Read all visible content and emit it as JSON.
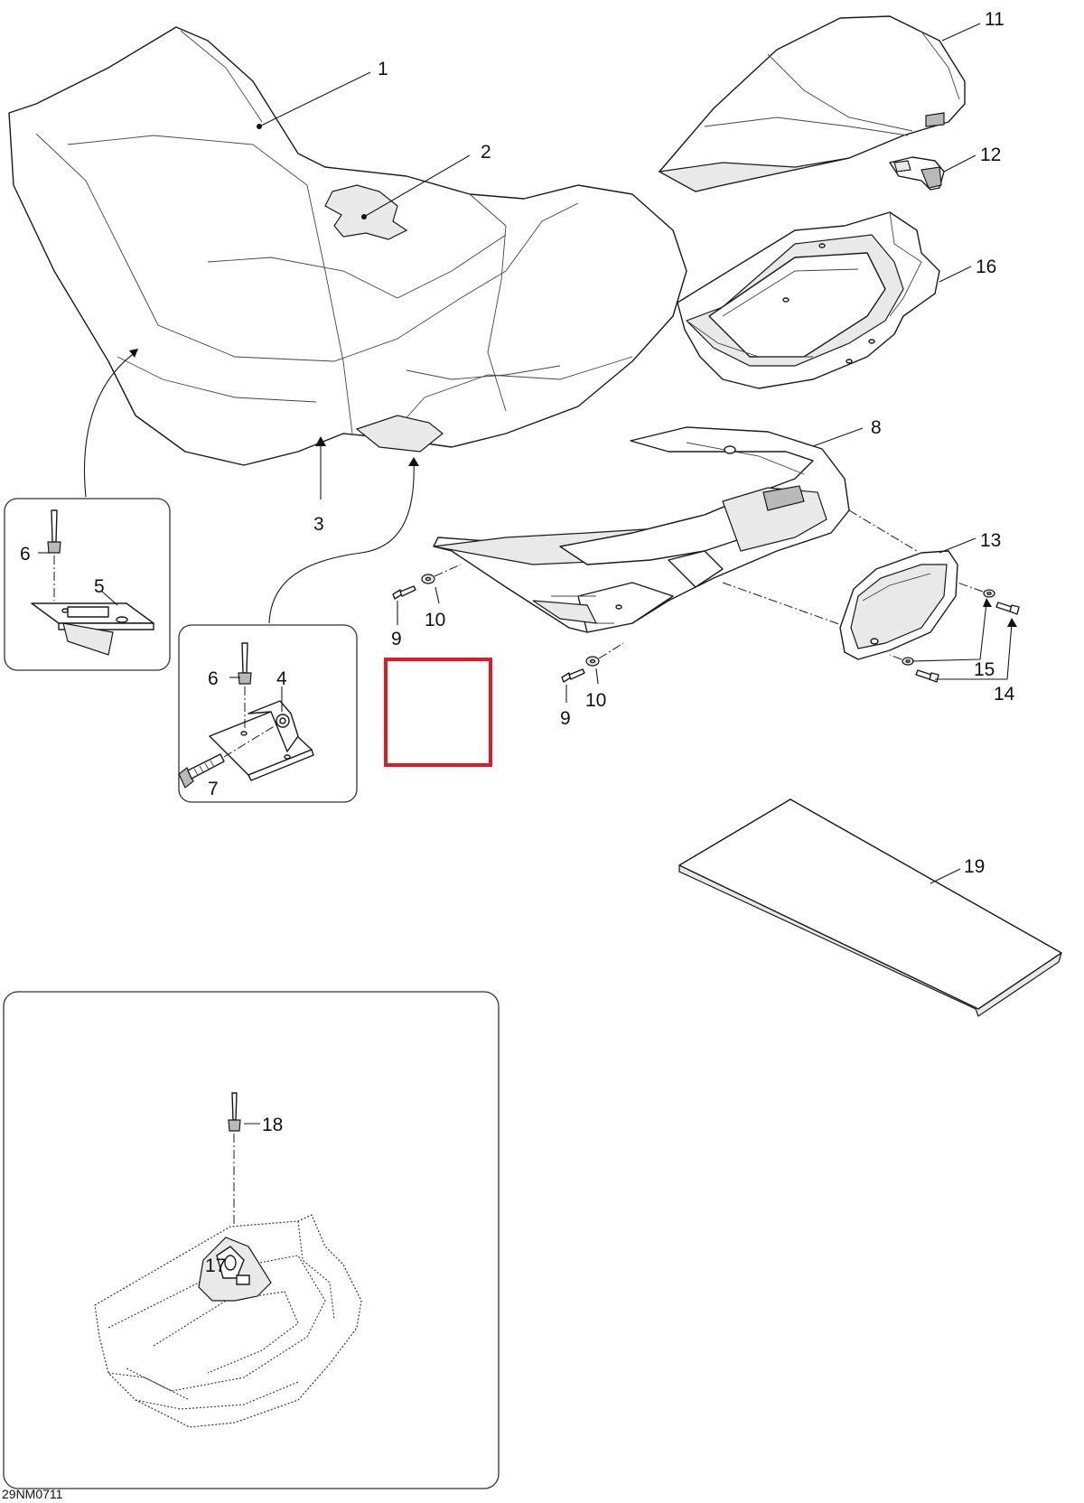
{
  "diagram": {
    "callouts": [
      "1",
      "2",
      "3",
      "4",
      "5",
      "6",
      "7",
      "8",
      "9",
      "10",
      "11",
      "12",
      "13",
      "14",
      "15",
      "16",
      "17",
      "18",
      "19"
    ],
    "figure_code": "29NM0711",
    "highlight_color": "#e01b24"
  }
}
